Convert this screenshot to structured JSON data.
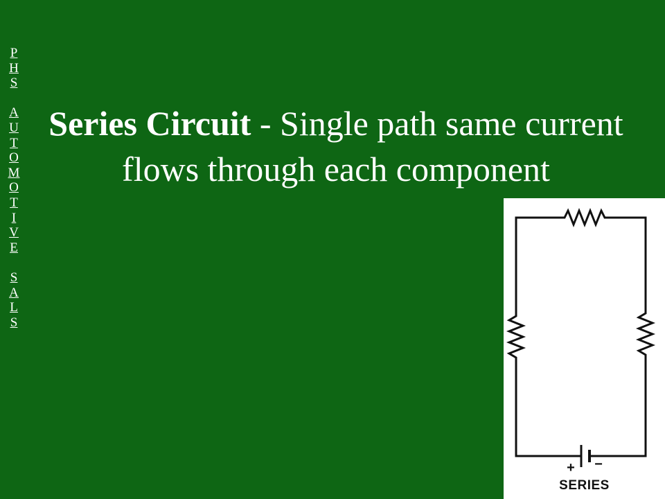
{
  "side_link": {
    "letters": [
      "P",
      "H",
      "S",
      "",
      "A",
      "U",
      "T",
      "O",
      "M",
      "O",
      "T",
      "I",
      "V",
      "E",
      "",
      "S",
      "A",
      "L",
      "S"
    ]
  },
  "title": {
    "bold_part": "Series Circuit",
    "rest_part": " - Single path same current flows through each component"
  },
  "diagram": {
    "label": "SERIES",
    "battery_plus": "+",
    "battery_minus": "−"
  },
  "colors": {
    "background": "#0e6614",
    "text": "#ffffff",
    "diagram_bg": "#ffffff",
    "diagram_ink": "#111111"
  }
}
